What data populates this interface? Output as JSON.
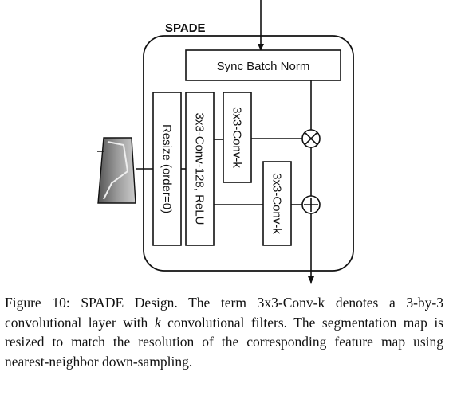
{
  "diagram": {
    "title": "SPADE",
    "blocks": {
      "sync_batch_norm": "Sync Batch Norm",
      "resize": "Resize (order=0)",
      "conv128": "3x3-Conv-128, ReLU",
      "conv_k_top": "3x3-Conv-k",
      "conv_k_bottom": "3x3-Conv-k"
    },
    "operators": {
      "multiply": "⊗",
      "add": "⊕"
    }
  },
  "caption": {
    "label": "Figure 10: SPADE Design.",
    "pre": "The term 3x3-Conv-k denotes a 3-by-3 convolutional layer with ",
    "var": "k",
    "post": " convolutional filters. The segmentation map is resized to match the resolution of the corresponding feature map using nearest-neighbor down-sampling."
  }
}
